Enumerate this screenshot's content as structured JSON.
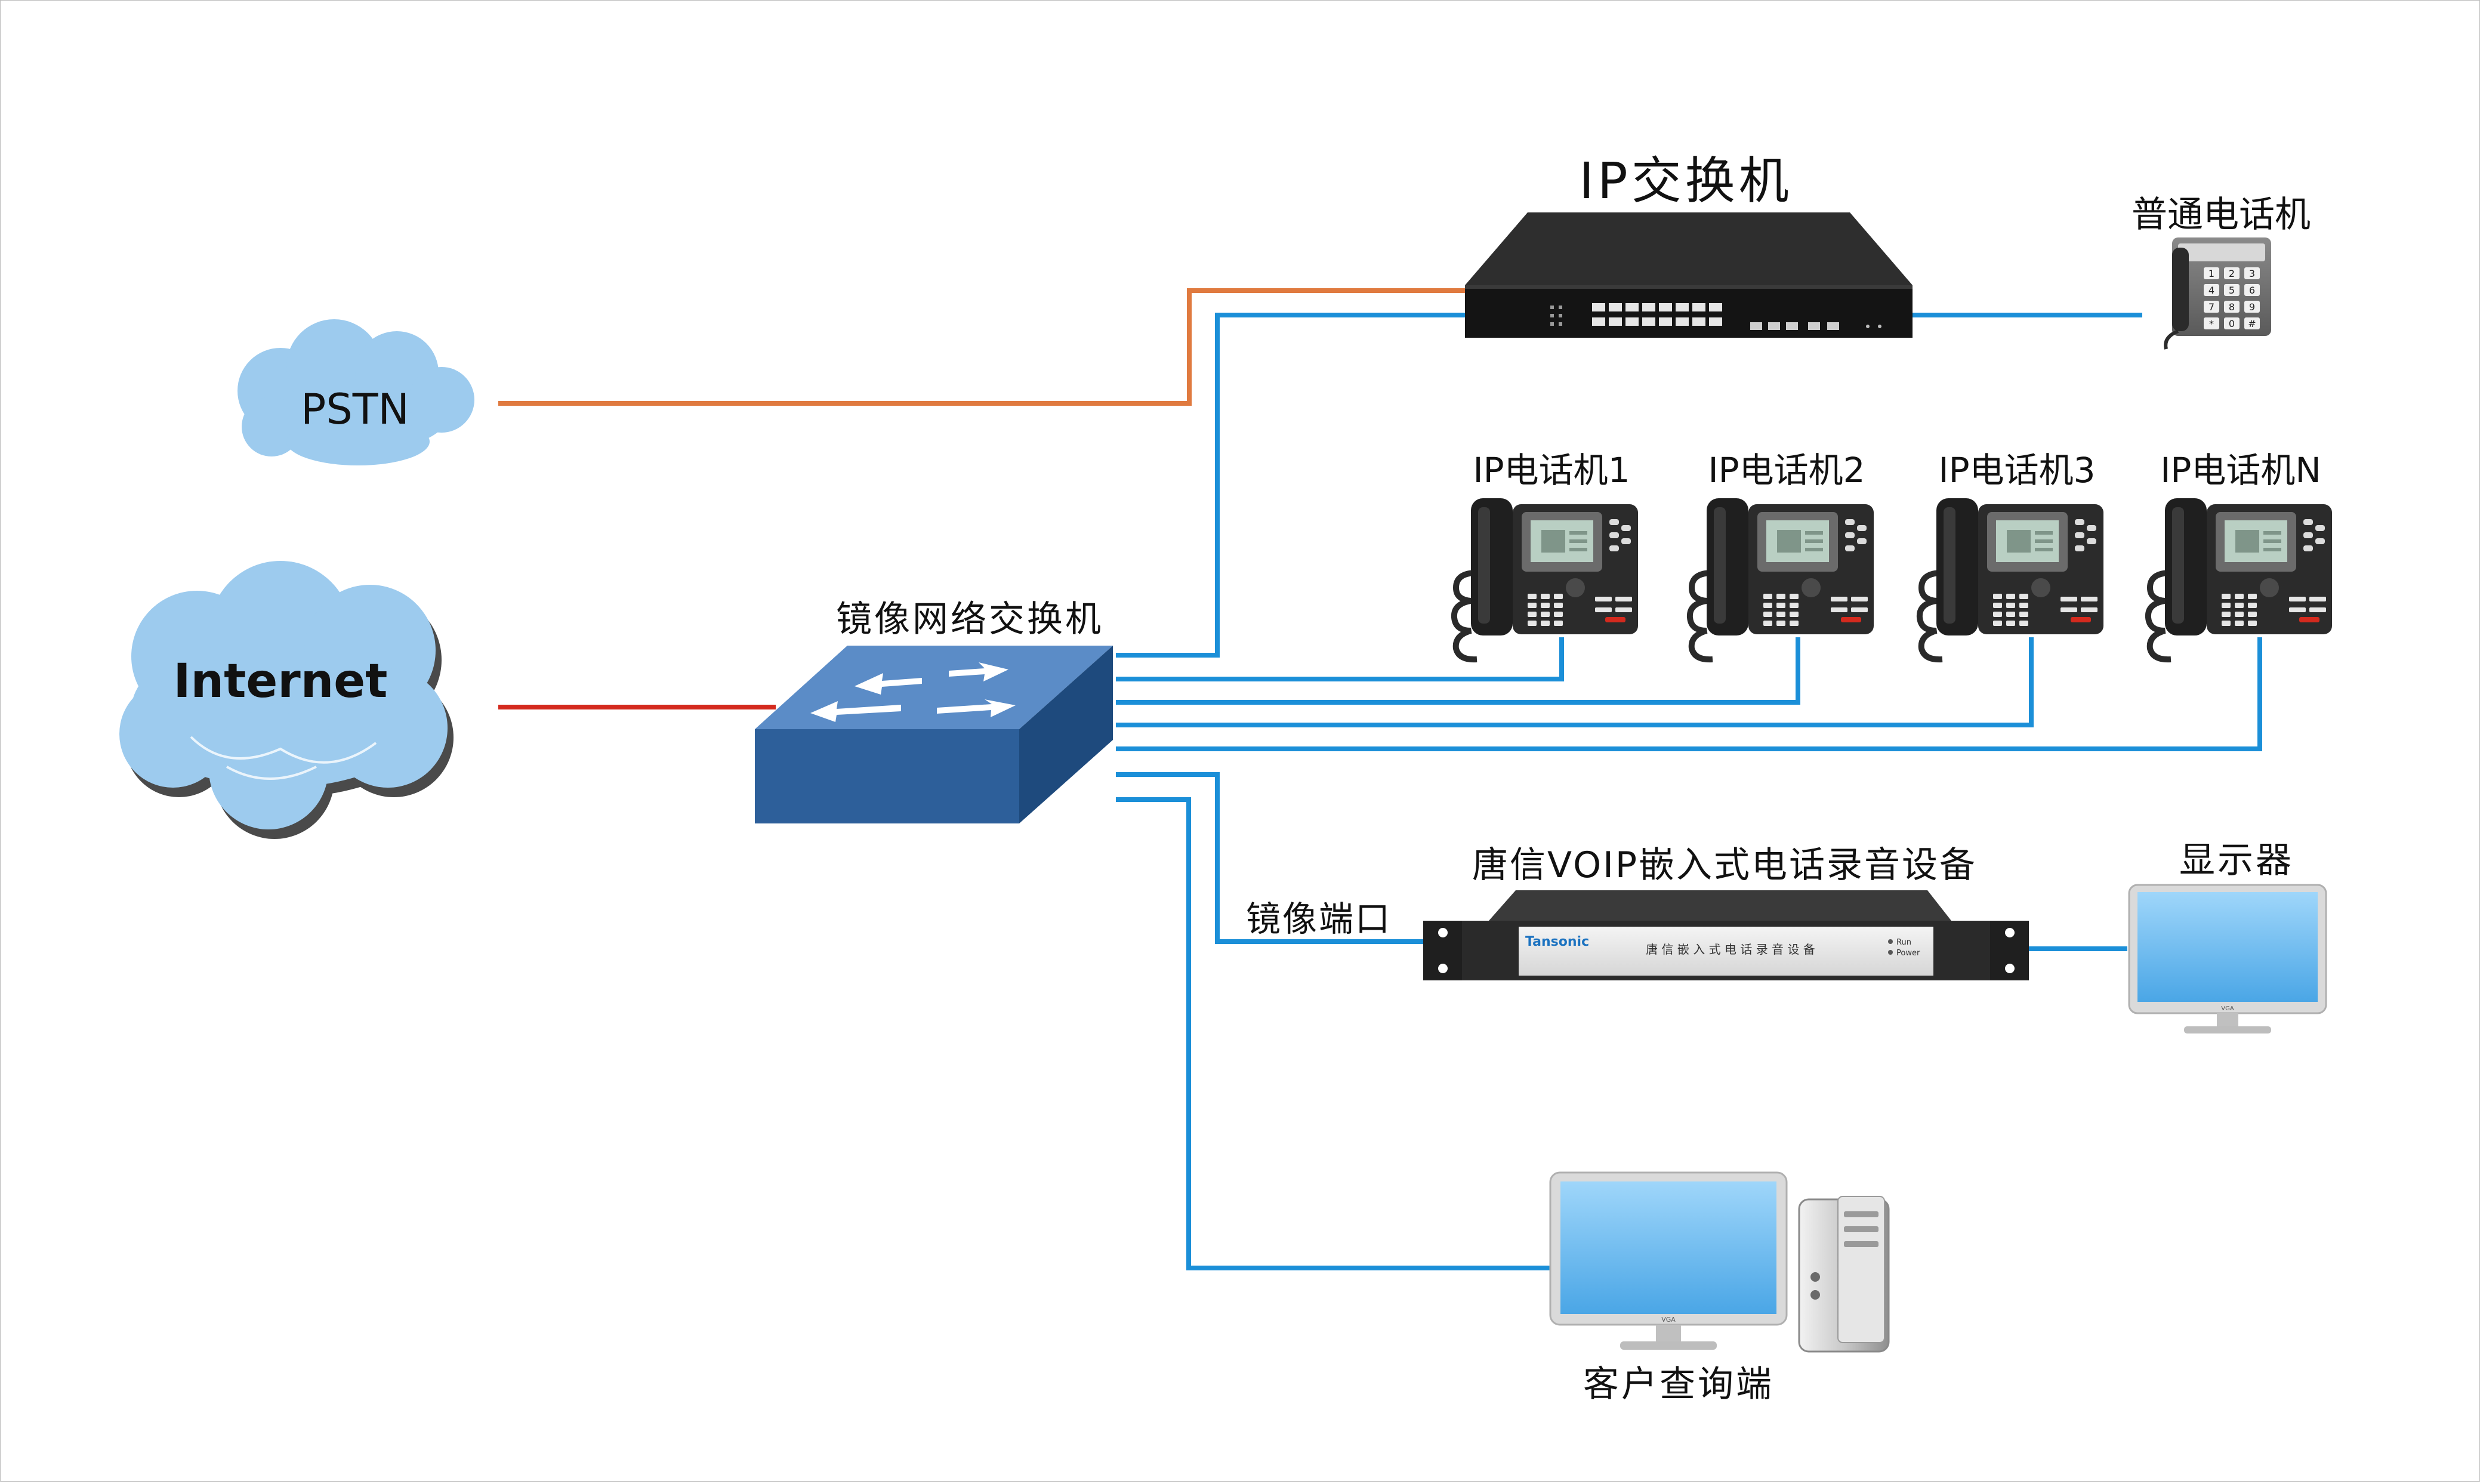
{
  "labels": {
    "ip_switch": "IP交换机",
    "analog_phone": "普通电话机",
    "pstn": "PSTN",
    "internet": "Internet",
    "mirror_switch": "镜像网络交换机",
    "ip_phones": [
      "IP电话机1",
      "IP电话机2",
      "IP电话机3",
      "IP电话机N"
    ],
    "recorder_title": "唐信VOIP嵌入式电话录音设备",
    "mirror_port": "镜像端口",
    "monitor": "显示器",
    "client": "客户查询端",
    "recorder_brand": "Tansonic",
    "recorder_front_text": "唐 信 嵌 入 式 电 话 录 音 设 备",
    "recorder_led_run": "Run",
    "recorder_led_power": "Power",
    "monitor_badge": "VGA",
    "keypad_keys": [
      "1",
      "2",
      "3",
      "4",
      "5",
      "6",
      "7",
      "8",
      "9",
      "*",
      "0",
      "#"
    ]
  },
  "colors": {
    "pstn_link": "#e07a3f",
    "internet_link": "#d42a1e",
    "lan_link": "#1b8fd8",
    "cloud": "#9dcbee",
    "switch_top": "#5b8cc7",
    "switch_front": "#2d5f9a",
    "switch_side": "#1e4a7d",
    "ip_switch_body": "#1c1c1c",
    "recorder_body": "#2a2a2a",
    "screen": "#6ab8ee"
  }
}
